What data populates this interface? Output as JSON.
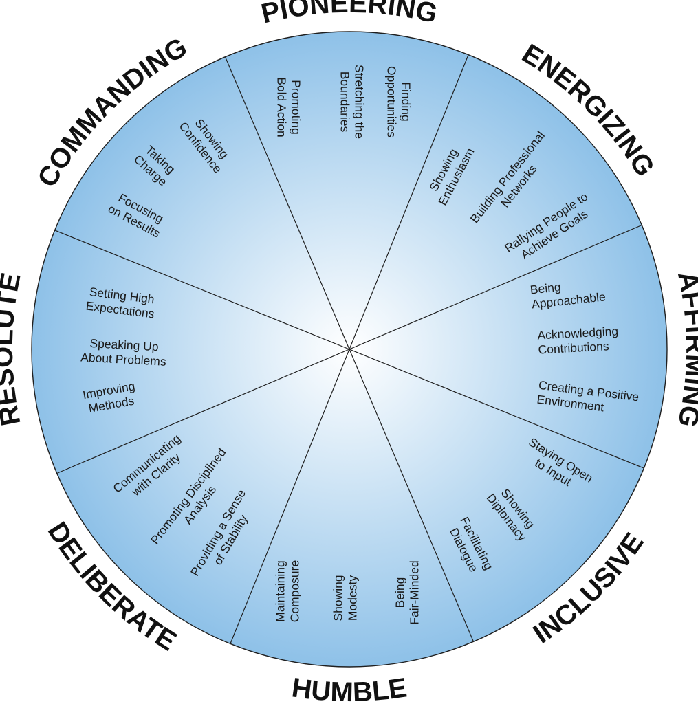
{
  "colors": {
    "center": "#ffffff",
    "edge": "#8ec1e8",
    "text": "#1a1a1a"
  },
  "segments": [
    {
      "id": "pioneering",
      "label": "PIONEERING",
      "items": [
        {
          "lines": [
            "Finding",
            "Opportunities"
          ]
        },
        {
          "lines": [
            "Stretching the",
            "Boundaries"
          ]
        },
        {
          "lines": [
            "Promoting",
            "Bold Action"
          ]
        }
      ]
    },
    {
      "id": "energizing",
      "label": "ENERGIZING",
      "items": [
        {
          "lines": [
            "Showing",
            "Enthusiasm"
          ]
        },
        {
          "lines": [
            "Building Professional",
            "Networks"
          ]
        },
        {
          "lines": [
            "Rallying People to",
            "Achieve Goals"
          ]
        }
      ]
    },
    {
      "id": "affirming",
      "label": "AFFIRMING",
      "items": [
        {
          "lines": [
            "Being",
            "Approachable"
          ]
        },
        {
          "lines": [
            "Acknowledging",
            "Contributions"
          ]
        },
        {
          "lines": [
            "Creating a Positive",
            "Environment"
          ]
        }
      ]
    },
    {
      "id": "inclusive",
      "label": "INCLUSIVE",
      "items": [
        {
          "lines": [
            "Staying Open",
            "to Input"
          ]
        },
        {
          "lines": [
            "Showing",
            "Diplomacy"
          ]
        },
        {
          "lines": [
            "Facilitating",
            "Dialogue"
          ]
        }
      ]
    },
    {
      "id": "humble",
      "label": "HUMBLE",
      "items": [
        {
          "lines": [
            "Maintaining",
            "Composure"
          ]
        },
        {
          "lines": [
            "Showing",
            "Modesty"
          ]
        },
        {
          "lines": [
            "Being",
            "Fair-Minded"
          ]
        }
      ]
    },
    {
      "id": "deliberate",
      "label": "DELIBERATE",
      "items": [
        {
          "lines": [
            "Communicating",
            "with Clarity"
          ]
        },
        {
          "lines": [
            "Promoting Disciplined",
            "Analysis"
          ]
        },
        {
          "lines": [
            "Providing a Sense",
            "of Stability"
          ]
        }
      ]
    },
    {
      "id": "resolute",
      "label": "RESOLUTE",
      "items": [
        {
          "lines": [
            "Setting High",
            "Expectations"
          ]
        },
        {
          "lines": [
            "Speaking Up",
            "About Problems"
          ]
        },
        {
          "lines": [
            "Improving",
            "Methods"
          ]
        }
      ]
    },
    {
      "id": "commanding",
      "label": "COMMANDING",
      "items": [
        {
          "lines": [
            "Showing",
            "Confidence"
          ]
        },
        {
          "lines": [
            "Taking",
            "Charge"
          ]
        },
        {
          "lines": [
            "Focusing",
            "on Results"
          ]
        }
      ]
    }
  ]
}
